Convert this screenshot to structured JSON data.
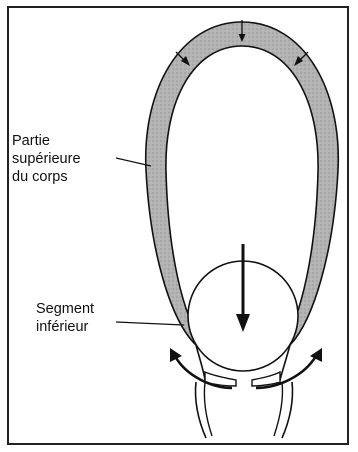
{
  "labels": {
    "upper_body": [
      "Partie",
      "supérieure",
      "du corps"
    ],
    "lower_segment": [
      "Segment",
      "inférieur"
    ]
  },
  "colors": {
    "wall_fill": "#a9a9a9",
    "outline": "#111111",
    "background": "#ffffff"
  }
}
